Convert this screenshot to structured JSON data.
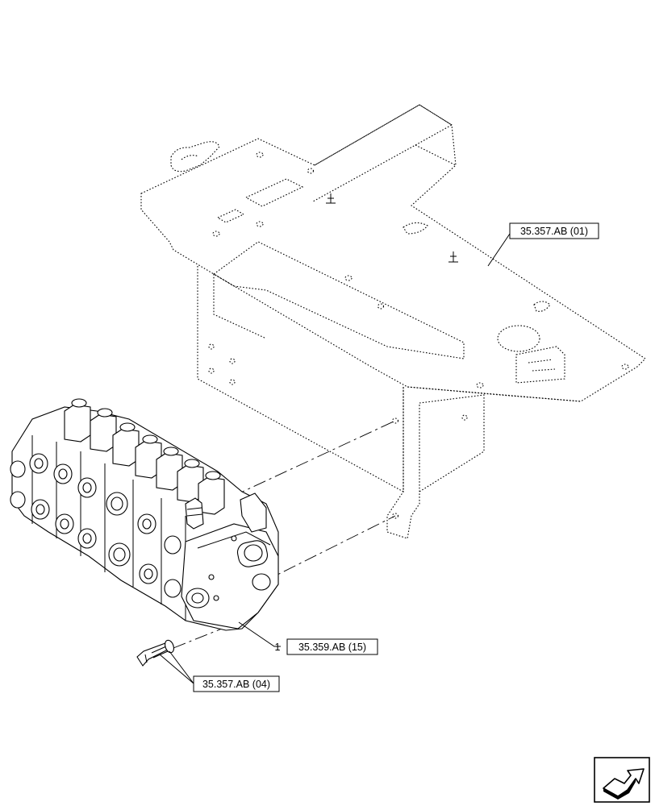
{
  "callouts": {
    "frame_ref": "35.357.AB (01)",
    "valve_item_number": "1",
    "valve_ref": "35.359.AB (15)",
    "bolt_ref": "35.357.AB (04)"
  },
  "icons": {
    "corner": "next-page-arrow-icon"
  }
}
